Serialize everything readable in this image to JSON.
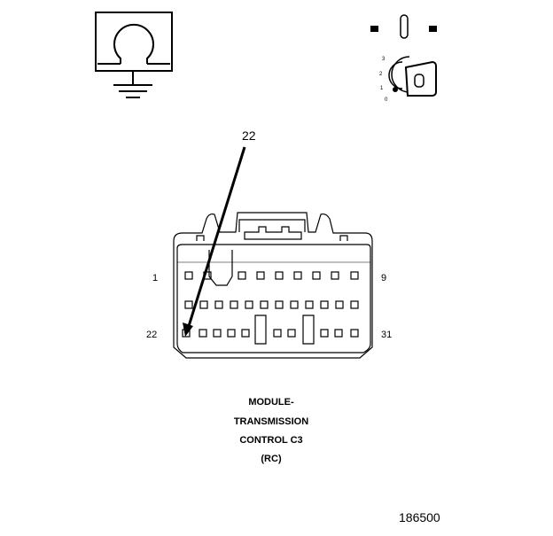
{
  "callout": {
    "pin": "22"
  },
  "connector": {
    "row1_left": "1",
    "row1_right": "9",
    "row3_left": "22",
    "row3_right": "31"
  },
  "caption": {
    "line1": "MODULE-",
    "line2": "TRANSMISSION",
    "line3": "CONTROL C3",
    "line4": "(RC)"
  },
  "key_positions": [
    "3",
    "2",
    "1",
    "0"
  ],
  "figure_number": "186500",
  "icons": [
    "ground-omega-icon",
    "ignition-key-icon"
  ]
}
